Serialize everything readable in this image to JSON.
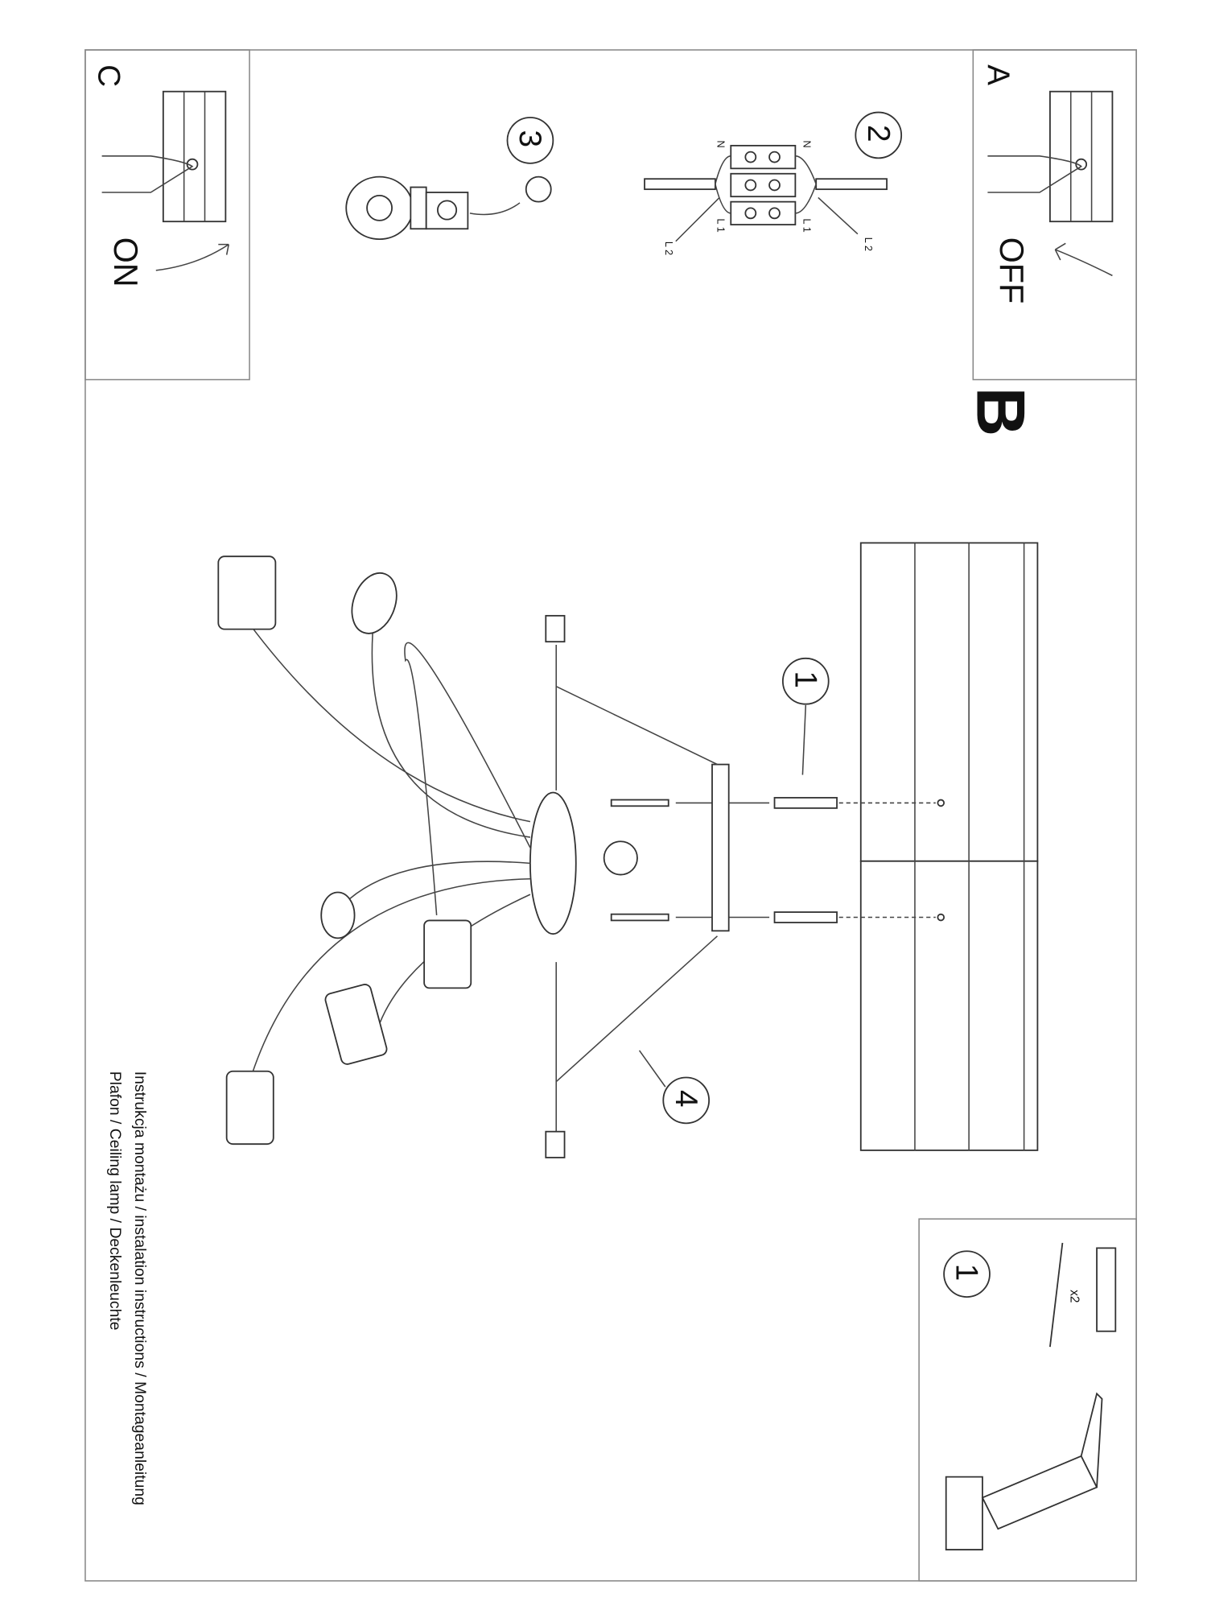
{
  "panels": {
    "a": {
      "letter": "A",
      "state": "OFF"
    },
    "c": {
      "letter": "C",
      "state": "ON"
    },
    "b": {
      "letter": "B"
    }
  },
  "steps": {
    "step1": "1",
    "step2": "2",
    "step3": "3",
    "step4": "4",
    "parts_step": "1"
  },
  "connector_labels": {
    "n_left": "N",
    "n_right": "N",
    "l1_left": "L 1",
    "l1_right": "L 1",
    "l2_left": "L 2",
    "l2_right": "L 2"
  },
  "parts": {
    "quantity": "x2"
  },
  "footer": {
    "line1": "Instrukcja montażu / instalation instructions / Montageanleitung",
    "line2": "Plafon / Ceiling lamp / Deckenleuchte"
  }
}
